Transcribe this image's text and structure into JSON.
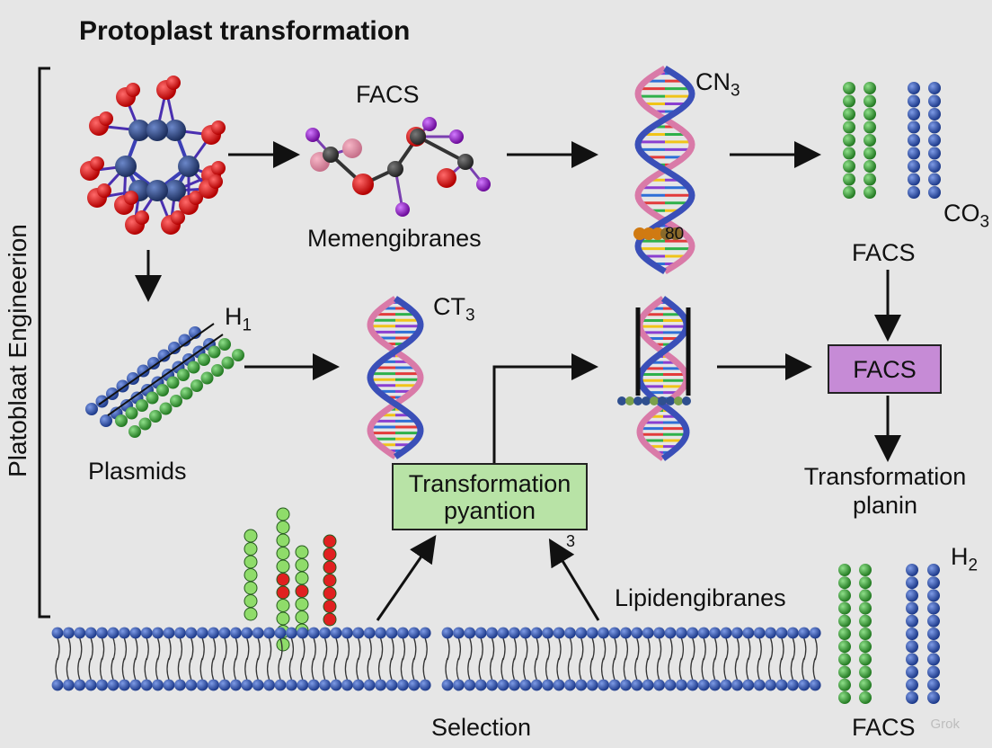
{
  "title": "Protoplast transformation",
  "side_label": "Platoblaat Engineerion",
  "labels": {
    "facs_top": "FACS",
    "memengibranes": "Memengibranes",
    "cn3": "CN",
    "cn3_sub": "3",
    "co3": "CO",
    "co3_sub": "3",
    "facs_right": "FACS",
    "h1": "H",
    "h1_sub": "1",
    "plasmids": "Plasmids",
    "ct3": "CT",
    "ct3_sub": "3",
    "transformation_plan_1": "Transformation",
    "transformation_plan_2": "planin",
    "lipid": "Lipidengibranes",
    "superscript_3": "3",
    "h2": "H",
    "h2_sub": "2",
    "selection": "Selection",
    "facs_bottom": "FACS",
    "dna_number": "80"
  },
  "boxes": {
    "green_line1": "Transformation",
    "green_line2": "pyantion",
    "purple": "FACS"
  },
  "watermark": "Grok",
  "colors": {
    "background": "#e6e6e6",
    "red_atom": "#e01818",
    "blue_atom": "#2f4f8f",
    "purple_atom": "#9a22c8",
    "dna_blue": "#3a4fb8",
    "dna_pink": "#d97aa8",
    "green_bead": "#3fae3a",
    "blue_bead": "#2f55b8",
    "green_box": "#b8e3a6",
    "purple_box": "#c68bd6"
  }
}
